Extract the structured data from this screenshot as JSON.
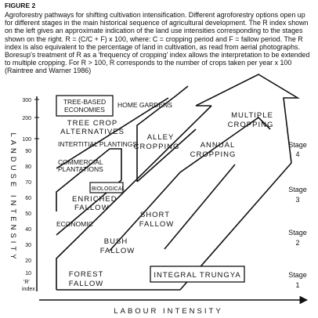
{
  "figure": {
    "number_label": "FIGURE 2",
    "caption": "Agroforestry pathways for shifting cultivation intensification. Different agroforestry options open up for different stages in the main historical sequence of agricultural development. The R index shown on the left gives an approximate indication of the land use intensities corresponding to the stages shown on the right. R = (C/C + F) x 100, where: C = cropping period and F = fallow period. The R index is also equivalent to the percentage of land in cultivation, as read from aerial photographs. Boresup's treatment of R as a 'frequency of cropping' index allows the interpretation to be extended to multiple cropping. For R > 100, R corresponds to the number of crops taken per year x 100 (Raintree and Warner 1986)"
  },
  "diagram": {
    "y_axis_label": "LANDUSE INTENSITY",
    "x_axis_label": "LABOUR INTENSITY",
    "y_ticks": [
      "300",
      "200",
      "100",
      "90",
      "80",
      "70",
      "60",
      "50",
      "40",
      "30",
      "20",
      "10"
    ],
    "r_index_label_1": "'R'",
    "r_index_label_2": "index",
    "boxes": {
      "tree_based_economies": [
        "TREE-BASED",
        "ECONOMIES"
      ],
      "home_gardens": "HOME GARDENS",
      "tree_crop_alternatives": [
        "TREE CROP",
        "ALTERNATIVES"
      ],
      "intertitial_plantings": "INTERTITIAL PLANTINGS",
      "commercial_plantations": [
        "COMMERCIAL",
        "PLANTATIONS"
      ],
      "biological": "BIOLOGICAL",
      "enriched_fallow": [
        "ENRICHED",
        "FALLOW"
      ],
      "economic": "ECONOMIC",
      "integral_trungya": "INTEGRAL TRUNGYA"
    },
    "bands": {
      "forest_fallow": [
        "FOREST",
        "FALLOW"
      ],
      "bush_fallow": [
        "BUSH",
        "FALLOW"
      ],
      "short_fallow": [
        "SHORT",
        "FALLOW"
      ],
      "annual_cropping": [
        "ANNUAL",
        "CROPPING"
      ],
      "alley_cropping": [
        "ALLEY",
        "CROPPING"
      ],
      "multiple_cropping": [
        "MULTIPLE",
        "CROPPING"
      ]
    },
    "stages": [
      {
        "word": "Stage",
        "num": "4"
      },
      {
        "word": "Stage",
        "num": "3"
      },
      {
        "word": "Stage",
        "num": "2"
      },
      {
        "word": "Stage",
        "num": "1"
      }
    ]
  }
}
